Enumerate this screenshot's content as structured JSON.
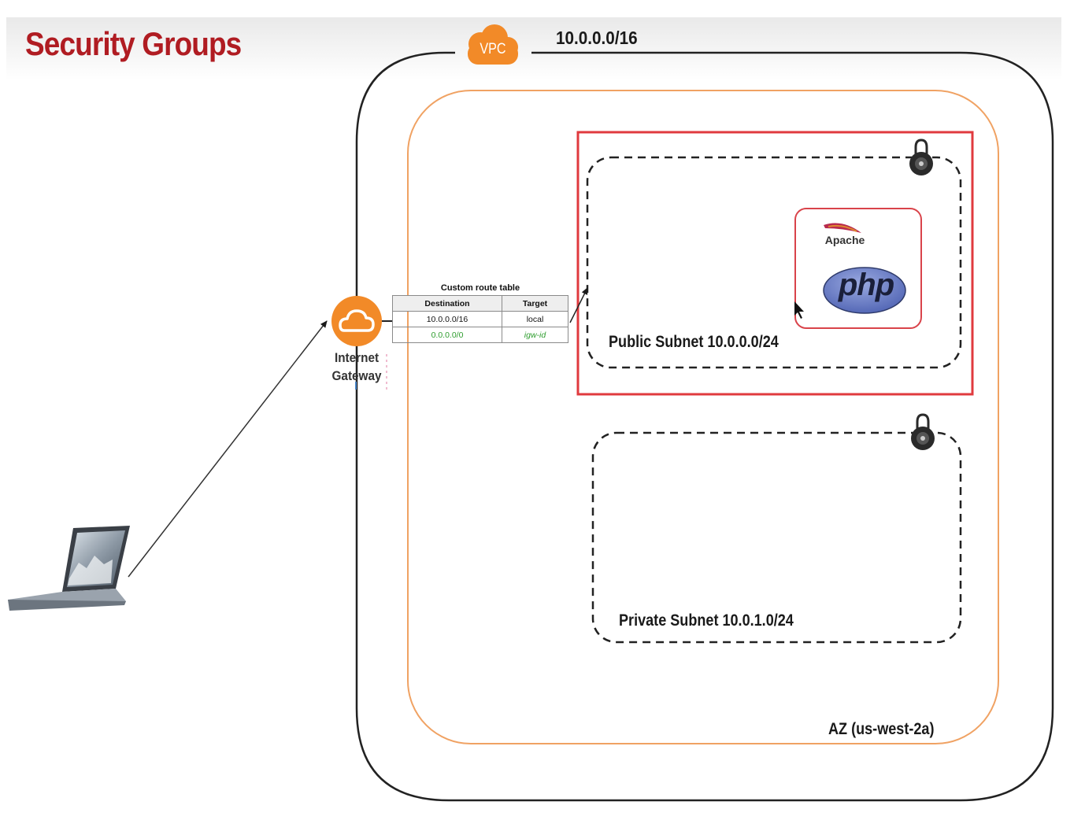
{
  "title": "Security Groups",
  "colors": {
    "title": "#b01c22",
    "aws_orange": "#f28a28",
    "az_border": "#f0a263",
    "highlight_red": "#e03a3e",
    "php_blue": "#6e82c8",
    "route_green": "#2e9d2e"
  },
  "vpc": {
    "badge": "VPC",
    "cidr": "10.0.0.0/16",
    "icon": "vpc-cloud-icon"
  },
  "internet_gateway": {
    "label": "Internet Gateway",
    "icon": "cloud-icon"
  },
  "route_table": {
    "title": "Custom route table",
    "headers": [
      "Destination",
      "Target"
    ],
    "rows": [
      {
        "destination": "10.0.0.0/16",
        "target": "local"
      },
      {
        "destination": "0.0.0.0/0",
        "target": "igw-id"
      }
    ]
  },
  "public_subnet": {
    "label": "Public Subnet 10.0.0.0/24",
    "icon": "security-lock-icon"
  },
  "instance": {
    "apache_label": "Apache",
    "php_label": "php",
    "apache_icon": "apache-feather-icon"
  },
  "private_subnet": {
    "label": "Private Subnet 10.0.1.0/24",
    "icon": "security-lock-icon"
  },
  "availability_zone": {
    "label": "AZ (us-west-2a)"
  },
  "client": {
    "icon": "laptop-icon"
  }
}
